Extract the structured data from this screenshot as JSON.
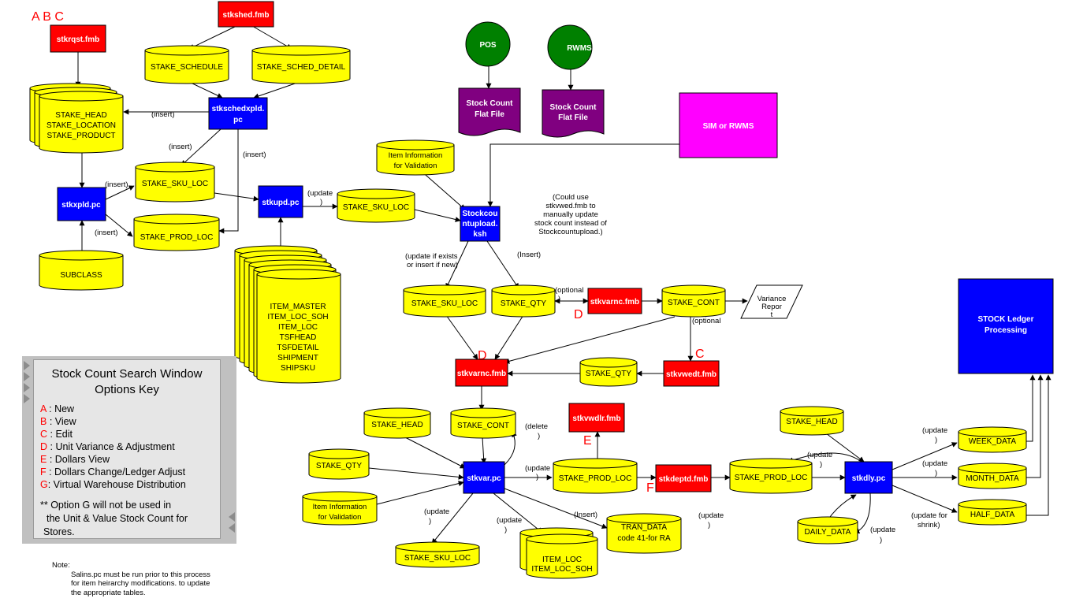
{
  "option_letters": {
    "abc": "A B C",
    "d1": "D",
    "d2": "D",
    "c": "C",
    "e": "E",
    "f": "F"
  },
  "programs": {
    "stkschedxpld_l1": "stkschedxpld.",
    "stkschedxpld_l2": "pc",
    "stkxpld": "stkxpld.pc",
    "stkupd": "stkupd.pc",
    "stockcount_l1": "Stockcou",
    "stockcount_l2": "ntupload.",
    "stockcount_l3": "ksh",
    "stkvar": "stkvar.pc",
    "stkdly": "stkdly.pc",
    "ledger_l1": "STOCK Ledger",
    "ledger_l2": "Processing"
  },
  "forms": {
    "stkrqst": "stkrqst.fmb",
    "stkshed": "stkshed.fmb",
    "stkvarnc_top": "stkvarnc.fmb",
    "stkvarnc_main": "stkvarnc.fmb",
    "stkvwedt": "stkvwedt.fmb",
    "stkvwdlr": "stkvwdlr.fmb",
    "stkdeptd": "stkdeptd.fmb"
  },
  "tables": {
    "stake_schedule": "STAKE_SCHEDULE",
    "stake_sched_detail": "STAKE_SCHED_DETAIL",
    "stake_head_stack_l1": "STAKE_HEAD",
    "stake_head_stack_l2": "STAKE_LOCATION",
    "stake_head_stack_l3": "STAKE_PRODUCT",
    "stake_sku_loc_1": "STAKE_SKU_LOC",
    "stake_prod_loc_1": "STAKE_PROD_LOC",
    "subclass": "SUBCLASS",
    "stake_sku_loc_2": "STAKE_SKU_LOC",
    "item_stack_l1": "ITEM_MASTER",
    "item_stack_l2": "ITEM_LOC_SOH",
    "item_stack_l3": "ITEM_LOC",
    "item_stack_l4": "TSFHEAD",
    "item_stack_l5": "TSFDETAIL",
    "item_stack_l6": "SHIPMENT",
    "item_stack_l7": "SHIPSKU",
    "item_info_1_l1": "Item Information",
    "item_info_1_l2": "for Validation",
    "stake_sku_loc_3": "STAKE_SKU_LOC",
    "stake_qty_1": "STAKE_QTY",
    "stake_cont_1": "STAKE_CONT",
    "stake_qty_2": "STAKE_QTY",
    "stake_head_2": "STAKE_HEAD",
    "stake_cont_2": "STAKE_CONT",
    "stake_qty_3": "STAKE_QTY",
    "item_info_2_l1": "Item Information",
    "item_info_2_l2": "for Validation",
    "stake_sku_loc_4": "STAKE_SKU_LOC",
    "item_loc_pair_l1": "ITEM_LOC",
    "item_loc_pair_l2": "ITEM_LOC_SOH",
    "tran_data_l1": "TRAN_DATA",
    "tran_data_l2": "code 41-for RA",
    "stake_prod_loc_2": "STAKE_PROD_LOC",
    "stake_prod_loc_3": "STAKE_PROD_LOC",
    "stake_head_3": "STAKE_HEAD",
    "daily_data": "DAILY_DATA",
    "week_data": "WEEK_DATA",
    "month_data": "MONTH_DATA",
    "half_data": "HALF_DATA"
  },
  "externals": {
    "pos": "POS",
    "rwms": "RWMS",
    "flat1_l1": "Stock Count",
    "flat1_l2": "Flat File",
    "flat2_l1": "Stock Count",
    "flat2_l2": "Flat File",
    "sim_rwms": "SIM or RWMS",
    "variance_l1": "Variance",
    "variance_l2": "Repor",
    "variance_l3": "t"
  },
  "annotations": {
    "insert_a": "(insert)",
    "insert_b": "(insert)",
    "insert_c": "(insert)",
    "insert_d": "(insert)",
    "insert_e": "(insert)",
    "update_a_l1": "(update",
    "update_a_l2": ")",
    "could_use_l1": "(Could use",
    "could_use_l2": "stkvwed.fmb to",
    "could_use_l3": "manually update",
    "could_use_l4": "stock count instead of",
    "could_use_l5": "Stockcountupload.)",
    "update_if_l1": "(update if exists",
    "update_if_l2": "or insert if new)",
    "insert_cap": "(Insert)",
    "optional_a": "(optional",
    "optional_a2": ")",
    "optional_b": "(optional",
    "delete_l1": "(delete",
    "delete_l2": ")",
    "update_b_l1": "(update",
    "update_b_l2": ")",
    "update_c_l1": "(update",
    "update_c_l2": ")",
    "update_d_l1": "(update",
    "update_d_l2": ")",
    "insert_f": "(Insert)",
    "update_e_l1": "(update",
    "update_e_l2": ")",
    "update_f_l1": "(update",
    "update_f_l2": ")",
    "update_g_l1": "(update",
    "update_g_l2": ")",
    "update_h_l1": "(update",
    "update_h_l2": ")",
    "update_i_l1": "(update",
    "update_i_l2": ")",
    "update_shrink_l1": "(update for",
    "update_shrink_l2": "shrink)",
    "update_j_l1": "(update",
    "update_j_l2": ")"
  },
  "options_key": {
    "title_l1": "Stock Count Search Window",
    "title_l2": "Options Key",
    "items": [
      {
        "key": "A",
        "label": " : New"
      },
      {
        "key": "B",
        "label": " : View"
      },
      {
        "key": "C",
        "label": " : Edit"
      },
      {
        "key": "D",
        "label": " : Unit Variance & Adjustment"
      },
      {
        "key": "E",
        "label": " : Dollars View"
      },
      {
        "key": "F",
        "label": " : Dollars Change/Ledger Adjust"
      },
      {
        "key": "G",
        "label": ": Virtual Warehouse Distribution"
      }
    ],
    "footnote_l1": "** Option G will not be used in",
    "footnote_l2": "the Unit & Value Stock Count for",
    "footnote_l3": "Stores."
  },
  "note": {
    "heading": "Note:",
    "l1": "Salins.pc must be run prior to this process",
    "l2": "for item heirarchy modifications. to update",
    "l3": "the appropriate tables."
  },
  "colors": {
    "program": "#0000ff",
    "form": "#ff0000",
    "table": "#ffff00",
    "external": "#008000",
    "flat_file": "#800080",
    "sim_rwms": "#ff00ff",
    "option_letter": "#ff0000"
  }
}
